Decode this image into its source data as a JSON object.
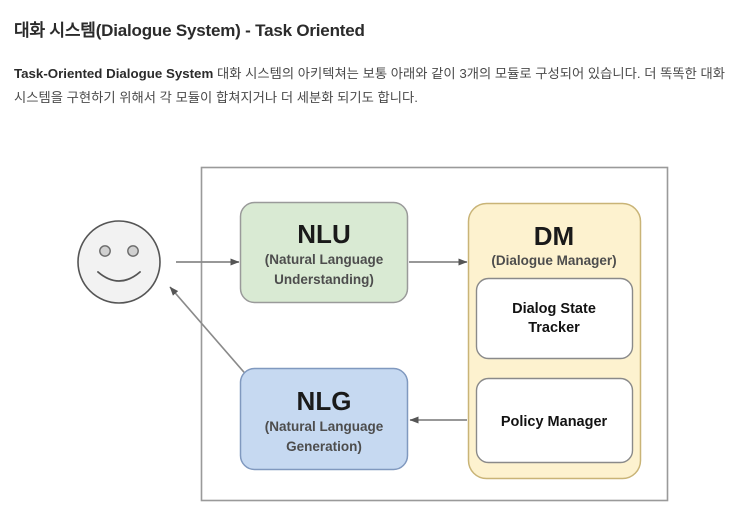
{
  "article": {
    "title": "대화 시스템(Dialogue System) - Task Oriented",
    "paragraph_lead": "Task-Oriented Dialogue System",
    "paragraph_rest": " 대화 시스템의 아키텍쳐는 보통 아래와 같이 3개의 모듈로 구성되어 있습니다. 더 똑똑한 대화 시스템을 구현하기 위해서 각 모듈이 합쳐지거나 더 세분화 되기도 합니다."
  },
  "diagram": {
    "user": {
      "icon": "smiley-face-icon"
    },
    "nlu": {
      "title": "NLU",
      "subtitle_line1": "(Natural Language",
      "subtitle_line2": "Understanding)",
      "fill": "#d9ead3",
      "stroke": "#999999"
    },
    "dm": {
      "title": "DM",
      "subtitle": "(Dialogue Manager)",
      "fill": "#fdf2cf",
      "stroke": "#bfa75a",
      "inner": [
        {
          "line1": "Dialog State",
          "line2": "Tracker",
          "fill": "#ffffff"
        },
        {
          "line1": "Policy Manager",
          "line2": "",
          "fill": "#ffffff"
        }
      ]
    },
    "nlg": {
      "title": "NLG",
      "subtitle_line1": "(Natural Language",
      "subtitle_line2": "Generation)",
      "fill": "#c6d9f1",
      "stroke": "#8099bf"
    },
    "container": {
      "stroke": "#9a9a9a"
    },
    "arrows": {
      "user_to_nlu": "user-to-nlu-arrow",
      "nlu_to_dm": "nlu-to-dm-arrow",
      "dm_to_nlg": "dm-to-nlg-arrow",
      "nlg_to_user": "nlg-to-user-arrow",
      "color": "#808080"
    }
  }
}
